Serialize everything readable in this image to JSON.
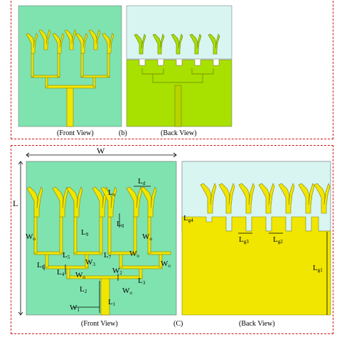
{
  "panel_b": {
    "label": "(b)",
    "front_caption": "(Front View)",
    "back_caption": "(Back View)"
  },
  "panel_c": {
    "label": "(C)",
    "front_caption": "(Front View)",
    "back_caption": "(Back View)",
    "dims": {
      "W": "W",
      "L": "L",
      "Ld": "L",
      "Ld_sub": "d",
      "Lv": "L",
      "Lv_sub": "v",
      "L8": "L",
      "L8_sub": "8",
      "L9": "L",
      "L9_sub": "9",
      "Wo_left": "W",
      "Wo_left_sub": "o",
      "Wo_right": "W",
      "Wo_right_sub": "o",
      "L5": "L",
      "L5_sub": "5",
      "L7": "L",
      "L7_sub": "7",
      "W3": "W",
      "W3_sub": "3",
      "L6": "L",
      "L6_sub": "6",
      "L4": "L",
      "L4_sub": "4",
      "Wo_mid": "W",
      "Wo_mid_sub": "o",
      "Wo_far": "W",
      "Wo_far_sub": "o",
      "W2": "W",
      "W2_sub": "2",
      "L3": "L",
      "L3_sub": "3",
      "L2": "L",
      "L2_sub": "2",
      "Wo_low": "W",
      "Wo_low_sub": "o",
      "W1": "W",
      "W1_sub": "1",
      "L1": "L",
      "L1_sub": "1",
      "Lg4": "L",
      "Lg4_sub": "g4",
      "Lg3": "L",
      "Lg3_sub": "g3",
      "Lg2": "L",
      "Lg2_sub": "g2",
      "Lg1": "L",
      "Lg1_sub": "g1"
    }
  },
  "colors": {
    "substrate": "#7fe3b0",
    "metal": "#f0e600",
    "ground_green": "#a8e000",
    "sky": "#d8f5f2",
    "frame": "#d01818"
  }
}
